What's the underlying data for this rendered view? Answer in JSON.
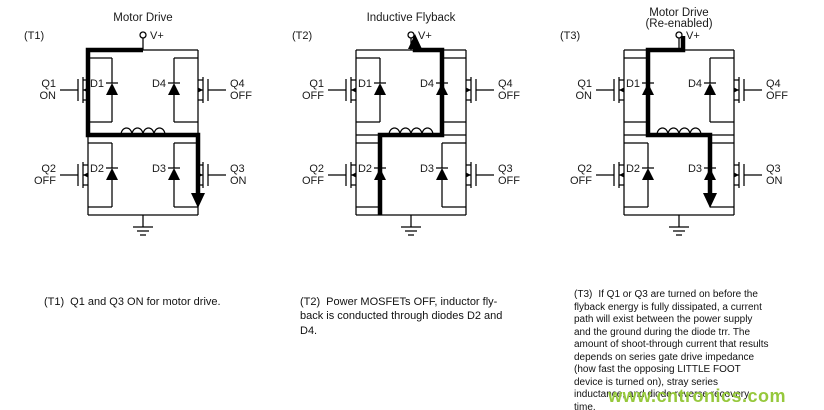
{
  "circuits": [
    {
      "tag": "(T1)",
      "title": "Motor Drive",
      "subtitle": "",
      "supply_label": "V+",
      "transistors": {
        "q1": {
          "name": "Q1",
          "state": "ON"
        },
        "q2": {
          "name": "Q2",
          "state": "OFF"
        },
        "q3": {
          "name": "Q3",
          "state": "ON"
        },
        "q4": {
          "name": "Q4",
          "state": "OFF"
        }
      },
      "diodes": {
        "d1": "D1",
        "d2": "D2",
        "d3": "D3",
        "d4": "D4"
      },
      "caption_tag": "(T1)",
      "caption": "Q1 and Q3 ON for motor drive."
    },
    {
      "tag": "(T2)",
      "title": "Inductive Flyback",
      "subtitle": "",
      "supply_label": "V+",
      "transistors": {
        "q1": {
          "name": "Q1",
          "state": "OFF"
        },
        "q2": {
          "name": "Q2",
          "state": "OFF"
        },
        "q3": {
          "name": "Q3",
          "state": "OFF"
        },
        "q4": {
          "name": "Q4",
          "state": "OFF"
        }
      },
      "diodes": {
        "d1": "D1",
        "d2": "D2",
        "d3": "D3",
        "d4": "D4"
      },
      "caption_tag": "(T2)",
      "caption": "Power MOSFETs OFF, inductor fly-back is conducted through diodes D2 and D4."
    },
    {
      "tag": "(T3)",
      "title": "Motor Drive",
      "subtitle": "(Re-enabled)",
      "supply_label": "V+",
      "transistors": {
        "q1": {
          "name": "Q1",
          "state": "ON"
        },
        "q2": {
          "name": "Q2",
          "state": "OFF"
        },
        "q3": {
          "name": "Q3",
          "state": "ON"
        },
        "q4": {
          "name": "Q4",
          "state": "OFF"
        }
      },
      "diodes": {
        "d1": "D1",
        "d2": "D2",
        "d3": "D3",
        "d4": "D4"
      },
      "caption_tag": "(T3)",
      "caption": "If Q1 or Q3 are turned on before the flyback energy is fully dissipated, a current path will exist between the power supply and the ground during the diode trr.  The amount of shoot-through current that results depends on series gate drive impedance (how fast the opposing LITTLE FOOT device is turned on), stray series inductance, and diode reverse recovery time."
    }
  ],
  "watermark": {
    "text": "www.cntronics.com",
    "color": "#96C83C"
  },
  "colors": {
    "line": "#000000",
    "background": "#FFFFFF"
  }
}
